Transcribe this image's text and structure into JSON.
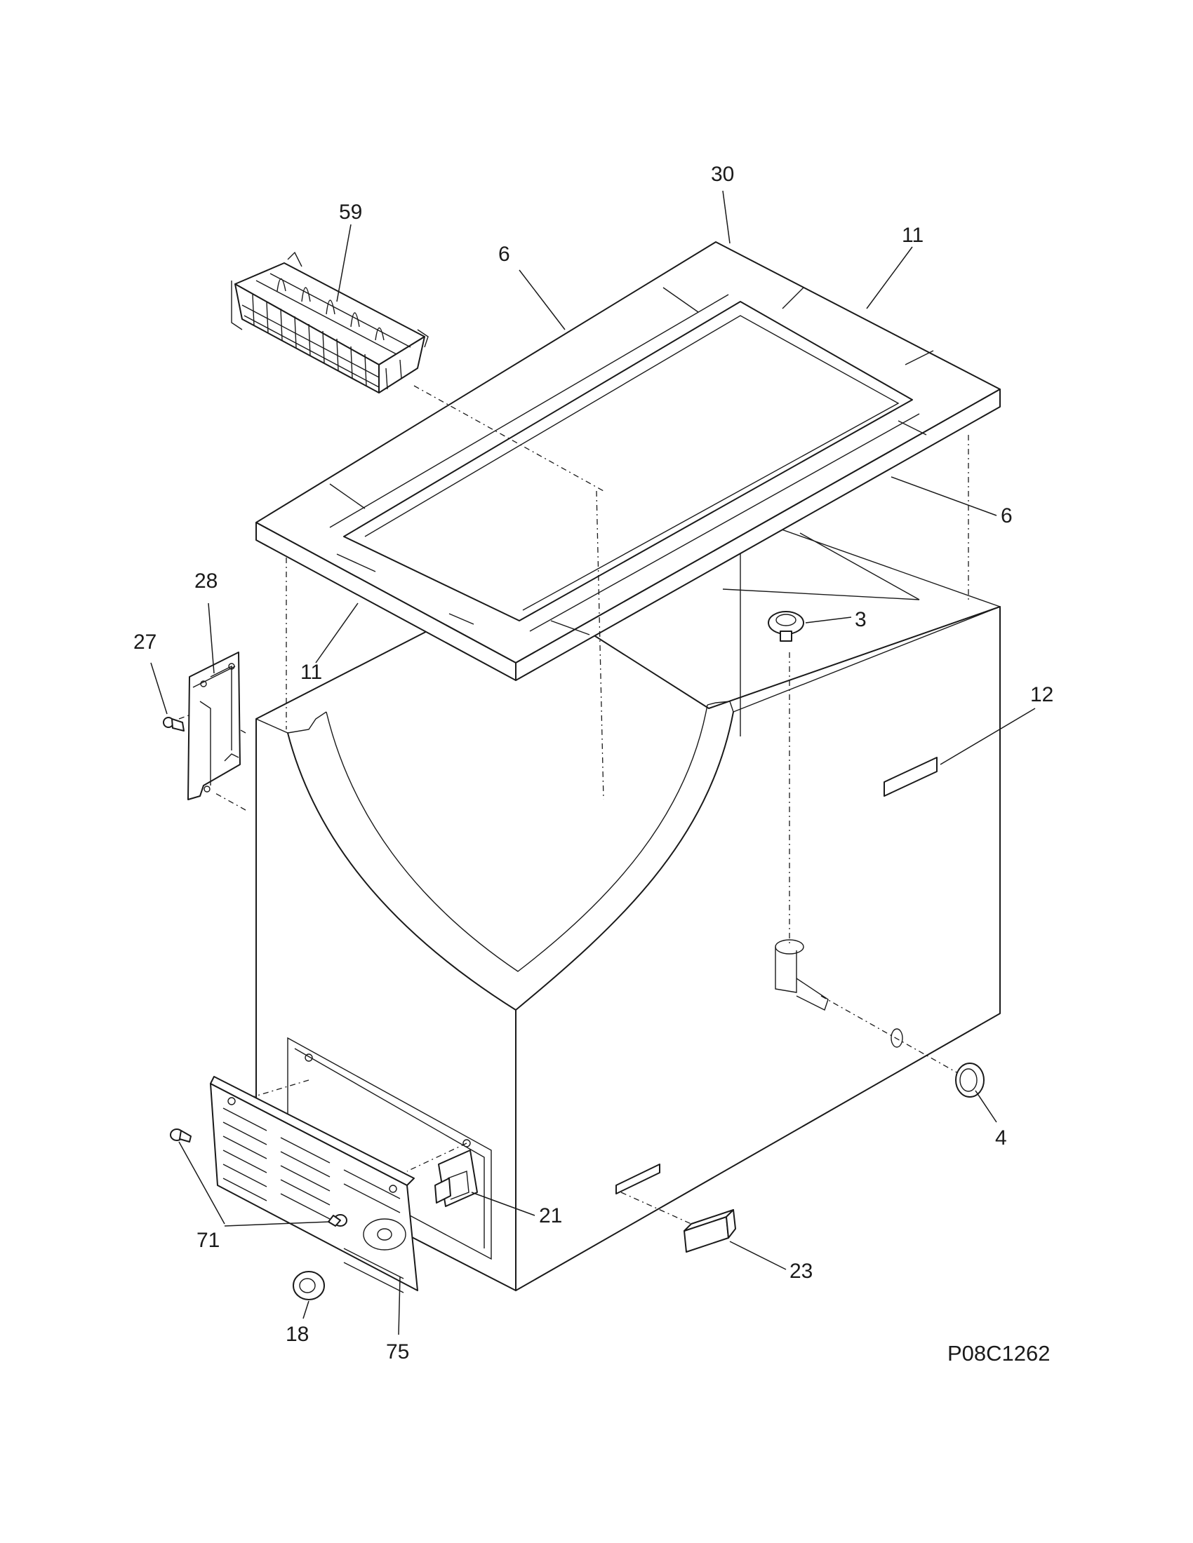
{
  "diagram_code": "P08C1262",
  "callouts": [
    {
      "id": "c30",
      "text": "30"
    },
    {
      "id": "c11a",
      "text": "11"
    },
    {
      "id": "c59",
      "text": "59"
    },
    {
      "id": "c6a",
      "text": "6"
    },
    {
      "id": "c6b",
      "text": "6"
    },
    {
      "id": "c28",
      "text": "28"
    },
    {
      "id": "c27",
      "text": "27"
    },
    {
      "id": "c3",
      "text": "3"
    },
    {
      "id": "c11b",
      "text": "11"
    },
    {
      "id": "c12",
      "text": "12"
    },
    {
      "id": "c4",
      "text": "4"
    },
    {
      "id": "c21",
      "text": "21"
    },
    {
      "id": "c71",
      "text": "71"
    },
    {
      "id": "c23",
      "text": "23"
    },
    {
      "id": "c18",
      "text": "18"
    },
    {
      "id": "c75",
      "text": "75"
    }
  ]
}
